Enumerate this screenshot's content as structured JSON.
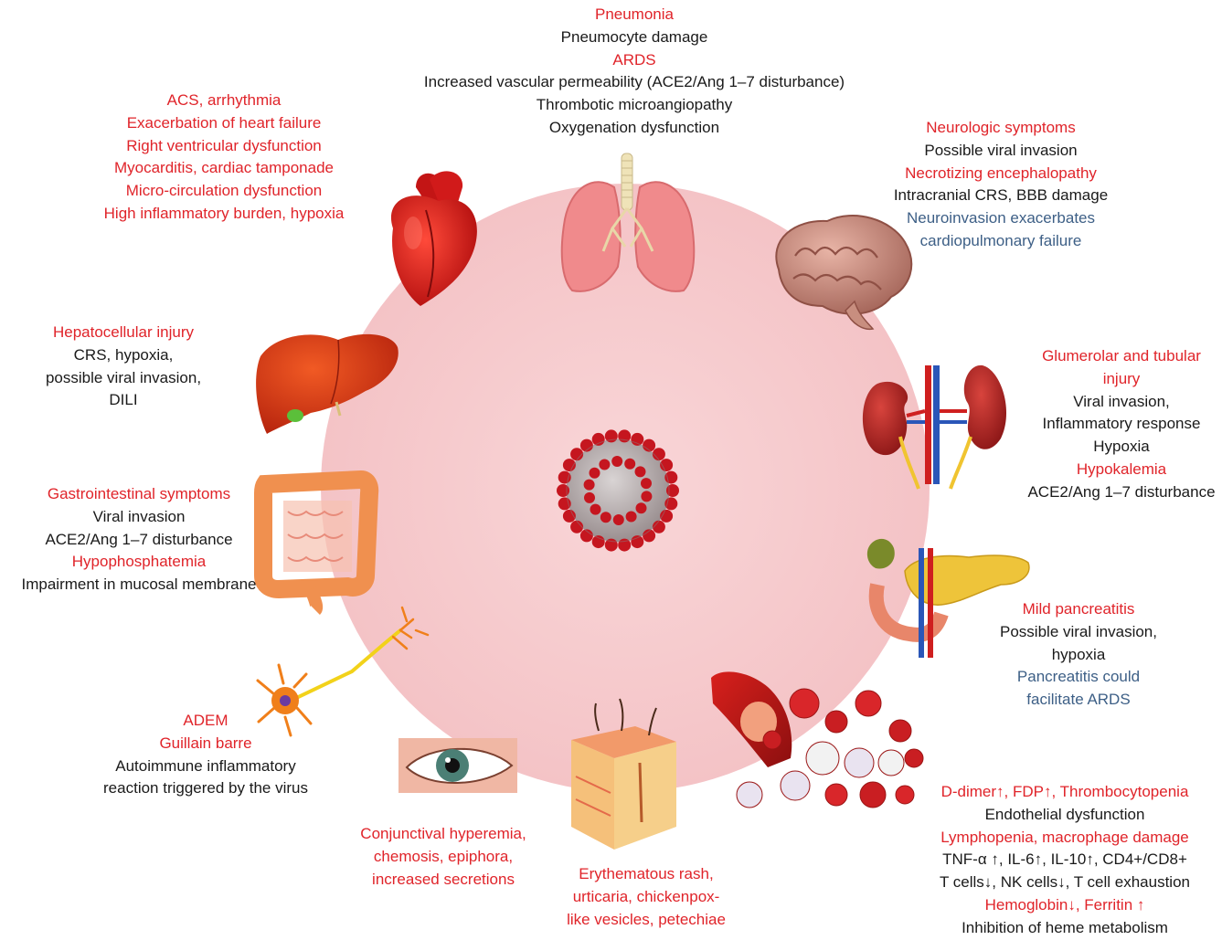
{
  "colors": {
    "red": "#e0242a",
    "black": "#1a1a1a",
    "blue": "#3d5f86",
    "circle": "#f6c9cc"
  },
  "center": {
    "icon": "coronavirus-icon"
  },
  "organs": {
    "lungs": {
      "icon": "lungs-icon",
      "lines": [
        {
          "text": "Pneumonia",
          "tone": "red"
        },
        {
          "text": "Pneumocyte damage",
          "tone": "black"
        },
        {
          "text": "ARDS",
          "tone": "red"
        },
        {
          "text": "Increased vascular permeability (ACE2/Ang 1–7 disturbance)",
          "tone": "black"
        },
        {
          "text": "Thrombotic microangiopathy",
          "tone": "black"
        },
        {
          "text": "Oxygenation dysfunction",
          "tone": "black"
        }
      ]
    },
    "heart": {
      "icon": "heart-icon",
      "lines": [
        {
          "text": "ACS, arrhythmia",
          "tone": "red"
        },
        {
          "text": "Exacerbation of heart failure",
          "tone": "red"
        },
        {
          "text": "Right ventricular dysfunction",
          "tone": "red"
        },
        {
          "text": "Myocarditis, cardiac tamponade",
          "tone": "red"
        },
        {
          "text": "Micro-circulation dysfunction",
          "tone": "red"
        },
        {
          "text": "High inflammatory burden, hypoxia",
          "tone": "red"
        }
      ]
    },
    "brain": {
      "icon": "brain-icon",
      "lines": [
        {
          "text": "Neurologic symptoms",
          "tone": "red"
        },
        {
          "text": "Possible viral invasion",
          "tone": "black"
        },
        {
          "text": "Necrotizing encephalopathy",
          "tone": "red"
        },
        {
          "text": "Intracranial CRS, BBB damage",
          "tone": "black"
        },
        {
          "text": "Neuroinvasion exacerbates",
          "tone": "blue"
        },
        {
          "text": "cardiopulmonary failure",
          "tone": "blue"
        }
      ]
    },
    "liver": {
      "icon": "liver-icon",
      "lines": [
        {
          "text": "Hepatocellular injury",
          "tone": "red"
        },
        {
          "text": "CRS, hypoxia,",
          "tone": "black"
        },
        {
          "text": "possible viral invasion,",
          "tone": "black"
        },
        {
          "text": "DILI",
          "tone": "black"
        }
      ]
    },
    "kidney": {
      "icon": "kidney-icon",
      "lines": [
        {
          "text": "Glumerolar and tubular",
          "tone": "red"
        },
        {
          "text": "injury",
          "tone": "red"
        },
        {
          "text": "Viral invasion,",
          "tone": "black"
        },
        {
          "text": "Inflammatory response",
          "tone": "black"
        },
        {
          "text": "Hypoxia",
          "tone": "black"
        },
        {
          "text": "Hypokalemia",
          "tone": "red"
        },
        {
          "text": "ACE2/Ang 1–7 disturbance",
          "tone": "black"
        }
      ]
    },
    "intestine": {
      "icon": "intestine-icon",
      "lines": [
        {
          "text": "Gastrointestinal symptoms",
          "tone": "red"
        },
        {
          "text": "Viral invasion",
          "tone": "black"
        },
        {
          "text": "ACE2/Ang 1–7 disturbance",
          "tone": "black"
        },
        {
          "text": "Hypophosphatemia",
          "tone": "red"
        },
        {
          "text": "Impairment in mucosal membrane",
          "tone": "black"
        }
      ]
    },
    "pancreas": {
      "icon": "pancreas-icon",
      "lines": [
        {
          "text": "Mild pancreatitis",
          "tone": "red"
        },
        {
          "text": "Possible viral invasion,",
          "tone": "black"
        },
        {
          "text": "hypoxia",
          "tone": "black"
        },
        {
          "text": "Pancreatitis could",
          "tone": "blue"
        },
        {
          "text": "facilitate ARDS",
          "tone": "blue"
        }
      ]
    },
    "neuron": {
      "icon": "neuron-icon",
      "lines": [
        {
          "text": "ADEM",
          "tone": "red"
        },
        {
          "text": "Guillain barre",
          "tone": "red"
        },
        {
          "text": "Autoimmune inflammatory",
          "tone": "black"
        },
        {
          "text": "reaction triggered by the virus",
          "tone": "black"
        }
      ]
    },
    "eye": {
      "icon": "eye-icon",
      "lines": [
        {
          "text": "Conjunctival hyperemia,",
          "tone": "red"
        },
        {
          "text": "chemosis, epiphora,",
          "tone": "red"
        },
        {
          "text": "increased secretions",
          "tone": "red"
        }
      ]
    },
    "skin": {
      "icon": "skin-icon",
      "lines": [
        {
          "text": "Erythematous rash,",
          "tone": "red"
        },
        {
          "text": "urticaria, chickenpox-",
          "tone": "red"
        },
        {
          "text": "like vesicles, petechiae",
          "tone": "red"
        }
      ]
    },
    "blood": {
      "icon": "blood-vessel-icon",
      "lines": [
        {
          "text": "D-dimer↑, FDP↑, Thrombocytopenia",
          "tone": "red"
        },
        {
          "text": "Endothelial dysfunction",
          "tone": "black"
        },
        {
          "text": "Lymphopenia, macrophage damage",
          "tone": "red"
        },
        {
          "text": "TNF-α ↑, IL-6↑, IL-10↑, CD4+/CD8+",
          "tone": "black"
        },
        {
          "text": "T cells↓, NK cells↓, T cell exhaustion",
          "tone": "black"
        },
        {
          "text": "Hemoglobin↓, Ferritin ↑",
          "tone": "red"
        },
        {
          "text": "Inhibition of heme metabolism",
          "tone": "black"
        }
      ]
    }
  }
}
